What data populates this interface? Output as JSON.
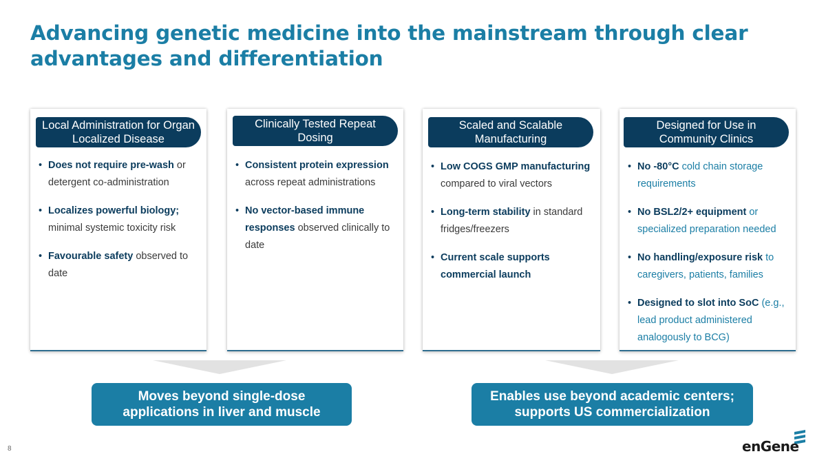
{
  "title": "Advancing genetic medicine into the mainstream through clear advantages and differentiation",
  "cards": [
    {
      "header": "Local Administration for Organ Localized Disease",
      "bullets": [
        {
          "bold": "Does not require pre-wash",
          "rest": " or detergent co-administration"
        },
        {
          "bold": "Localizes powerful biology;",
          "rest": " minimal systemic toxicity risk"
        },
        {
          "bold": "Favourable safety",
          "rest": " observed to date"
        }
      ]
    },
    {
      "header": "Clinically Tested Repeat Dosing",
      "bullets": [
        {
          "bold": "Consistent protein expression",
          "rest": " across repeat administrations"
        },
        {
          "bold": "No vector-based immune responses",
          "rest": " observed clinically to date"
        }
      ]
    },
    {
      "header": "Scaled and Scalable Manufacturing",
      "bullets": [
        {
          "bold": "Low COGS GMP manufacturing",
          "rest": " compared to viral vectors"
        },
        {
          "bold": "Long-term stability",
          "rest": " in standard fridges/freezers"
        },
        {
          "bold": "Current scale supports commercial launch",
          "rest": ""
        }
      ]
    },
    {
      "header": "Designed for Use in Community Clinics",
      "bullets": [
        {
          "bold": "No -80°C",
          "rest": " cold chain storage requirements"
        },
        {
          "bold": "No BSL2/2+ equipment",
          "rest": " or specialized preparation needed"
        },
        {
          "bold": "No handling/exposure risk",
          "rest": " to caregivers, patients, families"
        },
        {
          "bold": "Designed to slot into SoC",
          "rest": " (e.g., lead product administered analogously to BCG)"
        }
      ]
    }
  ],
  "outcomes": [
    "Moves beyond single-dose applications in liver and muscle",
    "Enables use beyond academic centers; supports US commercialization"
  ],
  "page_number": "8",
  "logo_text": "enGene",
  "colors": {
    "title": "#1b7ea5",
    "header_bg": "#0b3c5d",
    "outcome_bg": "#1b7ea5",
    "chevron": "#e2e2e2"
  }
}
